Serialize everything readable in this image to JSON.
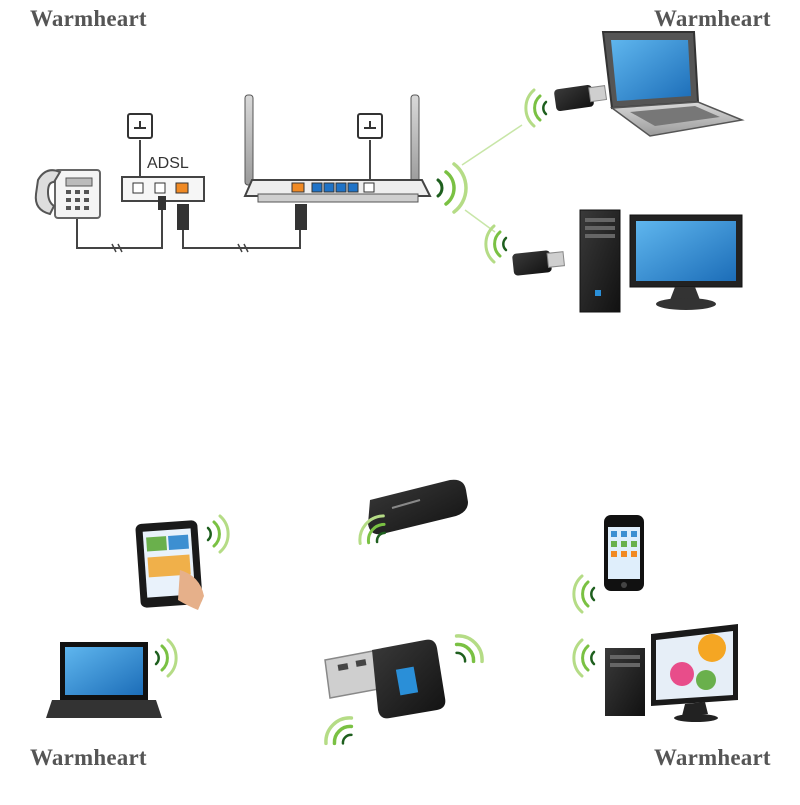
{
  "watermarks": [
    "Warmheart",
    "Warmheart",
    "Warmheart",
    "Warmheart"
  ],
  "modem": {
    "label": "ADSL"
  },
  "icons": {
    "phone": "telephone-icon",
    "outlet": "power-outlet-icon",
    "modem": "adsl-modem-icon",
    "router": "wireless-router-icon",
    "adapter": "usb-wifi-adapter-icon",
    "laptop": "laptop-icon",
    "desktop": "desktop-computer-icon",
    "tablet": "tablet-icon",
    "smartphone": "smartphone-icon",
    "signal": "wifi-signal-icon"
  },
  "colors": {
    "signal_green": "#7ac143",
    "port_orange": "#f08a24",
    "port_blue": "#1e73c8",
    "screen_blue": "#2a8fd8",
    "device_dark": "#222222"
  }
}
